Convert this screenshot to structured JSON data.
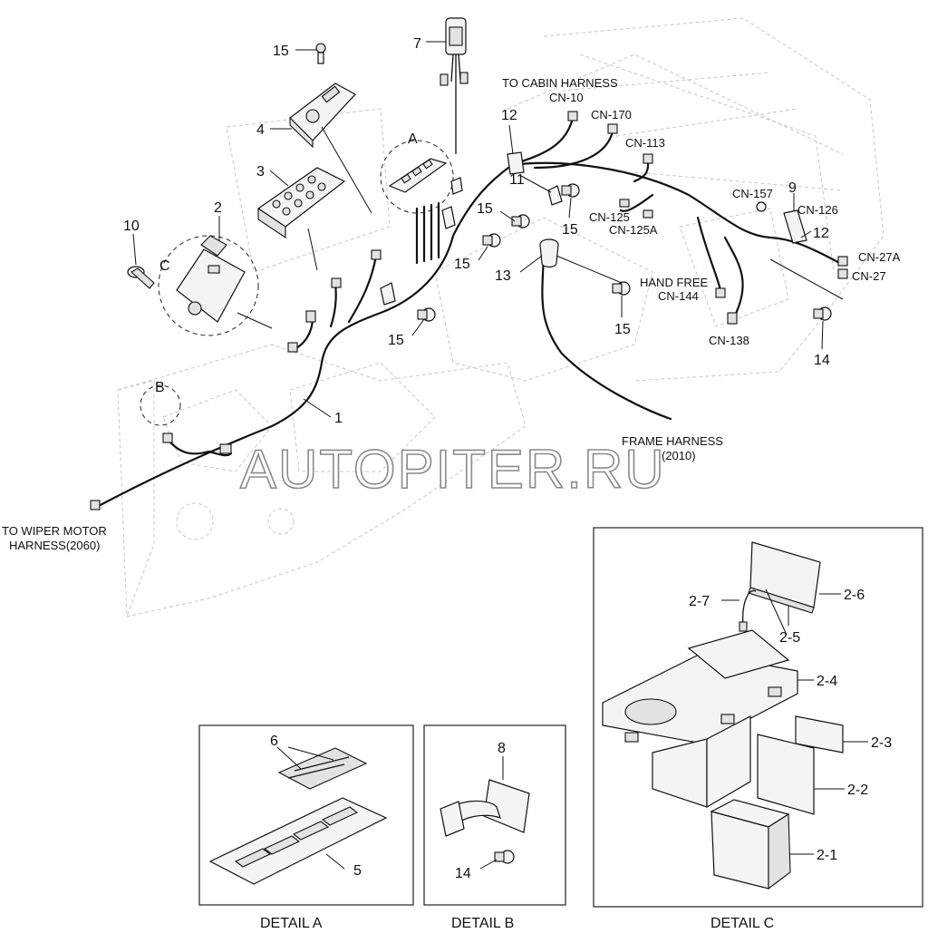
{
  "watermark": "AUTOPITER.RU",
  "callouts": {
    "c1": "1",
    "c2": "2",
    "c3": "3",
    "c4": "4",
    "c7": "7",
    "c9": "9",
    "c10": "10",
    "c11": "11",
    "c12a": "12",
    "c12b": "12",
    "c13": "13",
    "c14a": "14",
    "c15a": "15",
    "c15b": "15",
    "c15c": "15",
    "c15d": "15",
    "c15e": "15",
    "c15f": "15",
    "cA": "A",
    "cB": "B",
    "cC": "C"
  },
  "connectors": {
    "to_cabin_1": "TO CABIN HARNESS",
    "to_cabin_2": "CN-10",
    "cn170": "CN-170",
    "cn113": "CN-113",
    "cn157": "CN-157",
    "cn126": "CN-126",
    "cn125": "CN-125",
    "cn125a": "CN-125A",
    "cn27a": "CN-27A",
    "cn27": "CN-27",
    "handfree_1": "HAND FREE",
    "handfree_2": "CN-144",
    "cn138": "CN-138",
    "frame_1": "FRAME HARNESS",
    "frame_2": "(2010)",
    "wiper_1": "TO WIPER MOTOR",
    "wiper_2": "HARNESS(2060)"
  },
  "detail_a": {
    "title": "DETAIL  A",
    "c5": "5",
    "c6": "6"
  },
  "detail_b": {
    "title": "DETAIL  B",
    "c8": "8",
    "c14": "14"
  },
  "detail_c": {
    "title": "DETAIL C",
    "p21": "2-1",
    "p22": "2-2",
    "p23": "2-3",
    "p24": "2-4",
    "p25": "2-5",
    "p26": "2-6",
    "p27": "2-7"
  }
}
